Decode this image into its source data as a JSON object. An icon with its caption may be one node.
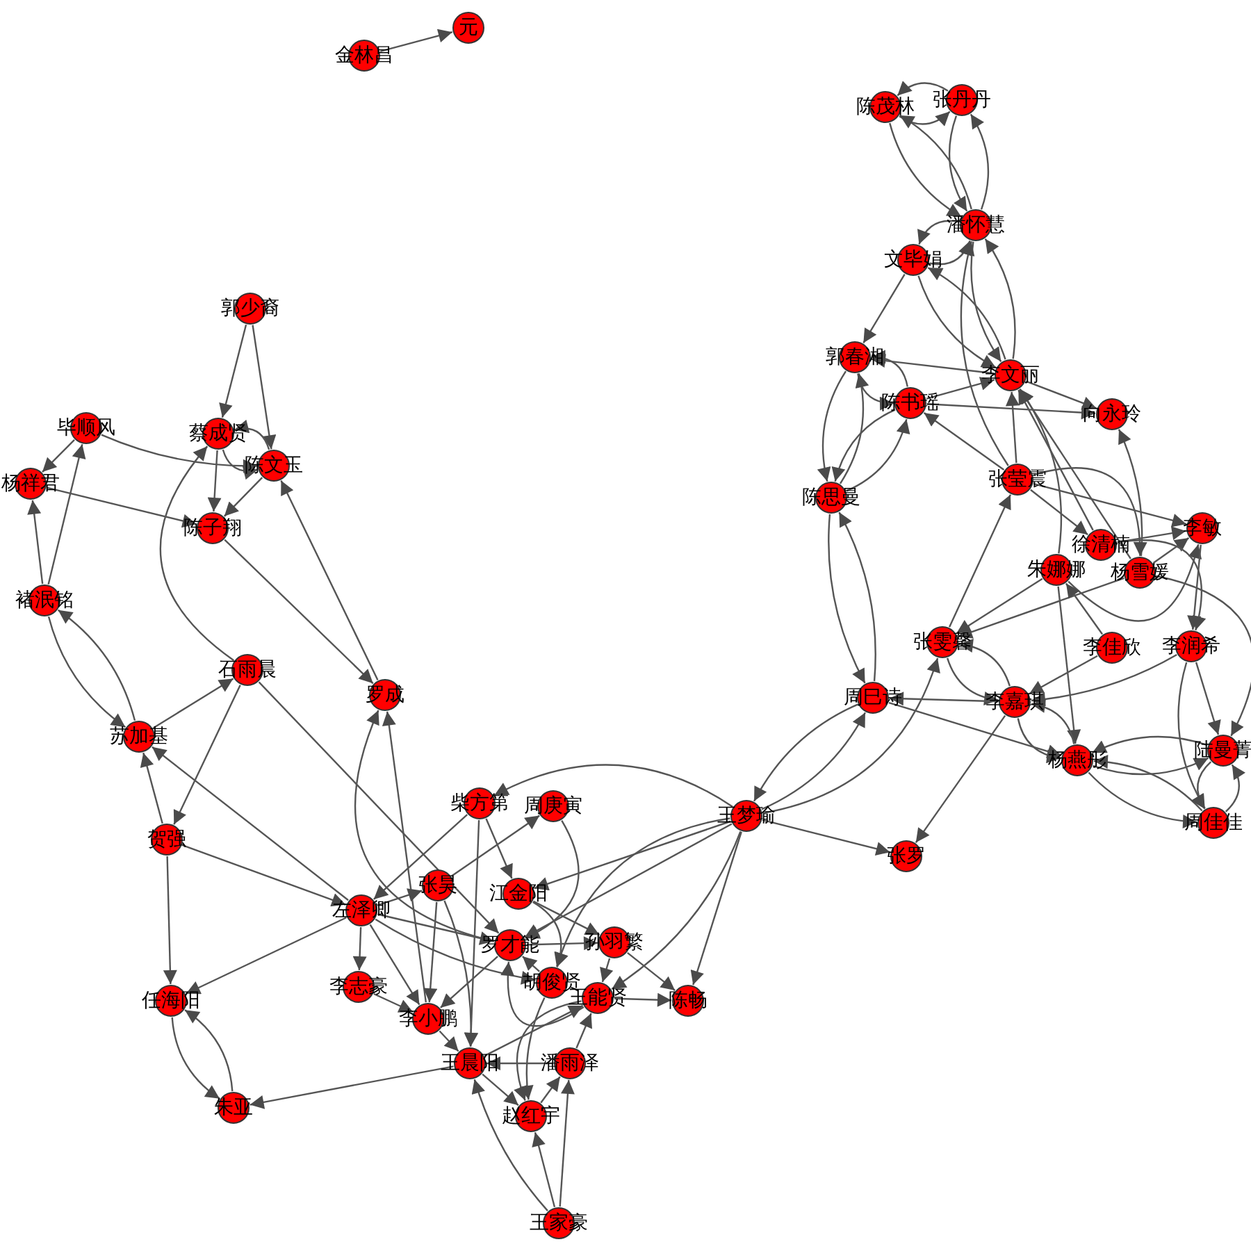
{
  "diagram": {
    "nodes": [
      {
        "text": [
          "金林昌"
        ]
      },
      {
        "text": [
          "元"
        ]
      },
      {
        "text": [
          "陈茂林"
        ]
      },
      {
        "text": [
          "张丹丹"
        ]
      },
      {
        "text": [
          "潘怀慧"
        ]
      },
      {
        "text": [
          "文毕娟"
        ]
      },
      {
        "text": [
          "郭春湘"
        ]
      },
      {
        "text": [
          "李文丽"
        ]
      },
      {
        "text": [
          "陈书瑶"
        ]
      },
      {
        "text": [
          "向永玲"
        ]
      },
      {
        "text": [
          "陈思曼"
        ]
      },
      {
        "text": [
          "张莹震"
        ]
      },
      {
        "text": [
          "徐清楠"
        ]
      },
      {
        "text": [
          "李敏"
        ]
      },
      {
        "text": [
          "朱娜娜"
        ]
      },
      {
        "text": [
          "杨雪媛"
        ]
      },
      {
        "text": [
          "张雯馨"
        ]
      },
      {
        "text": [
          "李佳欣"
        ]
      },
      {
        "text": [
          "李润希"
        ]
      },
      {
        "text": [
          "周巳诗"
        ]
      },
      {
        "text": [
          "李嘉琪"
        ]
      },
      {
        "text": [
          "杨燕彤"
        ]
      },
      {
        "text": [
          "陆曼菁"
        ]
      },
      {
        "text": [
          "周佳佳"
        ]
      },
      {
        "text": [
          "王梦瑜"
        ]
      },
      {
        "text": [
          "张罗"
        ]
      },
      {
        "text": [
          "郭少裔"
        ]
      },
      {
        "text": [
          "毕顺风"
        ]
      },
      {
        "text": [
          "蔡成贤"
        ]
      },
      {
        "text": [
          "陈文玉"
        ]
      },
      {
        "text": [
          "杨祥君"
        ]
      },
      {
        "text": [
          "陈子翔"
        ]
      },
      {
        "text": [
          "褚泯铭"
        ]
      },
      {
        "text": [
          "石雨晨"
        ]
      },
      {
        "text": [
          "罗成"
        ]
      },
      {
        "text": [
          "苏加基"
        ]
      },
      {
        "text": [
          "贺强"
        ]
      },
      {
        "text": [
          "柴方第"
        ]
      },
      {
        "text": [
          "周庚寅"
        ]
      },
      {
        "text": [
          "张昊"
        ]
      },
      {
        "text": [
          "江金阳"
        ]
      },
      {
        "text": [
          "左泽卿"
        ]
      },
      {
        "text": [
          "罗才能"
        ]
      },
      {
        "text": [
          "孙羽繁"
        ]
      },
      {
        "text": [
          "胡俊贤"
        ]
      },
      {
        "text": [
          "李志豪"
        ]
      },
      {
        "text": [
          "王能贤"
        ]
      },
      {
        "text": [
          "陈畅"
        ]
      },
      {
        "text": [
          "李小鹏"
        ]
      },
      {
        "text": [
          "任海阳"
        ]
      },
      {
        "text": [
          "王晨阳"
        ]
      },
      {
        "text": [
          "潘雨泽"
        ]
      },
      {
        "text": [
          "赵红宇"
        ]
      },
      {
        "text": [
          "朱亚"
        ]
      },
      {
        "text": [
          "王家豪"
        ]
      }
    ],
    "edges": [
      {
        "from": 0,
        "to": 1,
        "arrow": "to"
      },
      {
        "from": 3,
        "to": 2,
        "arrow": "to"
      },
      {
        "from": 2,
        "to": 3,
        "arrow": "to"
      },
      {
        "from": 2,
        "to": 4,
        "arrow": "to"
      },
      {
        "from": 3,
        "to": 4,
        "arrow": "to"
      },
      {
        "from": 4,
        "to": 3,
        "arrow": "to"
      },
      {
        "from": 4,
        "to": 2,
        "arrow": "to"
      },
      {
        "from": 5,
        "to": 4,
        "arrow": "to"
      },
      {
        "from": 4,
        "to": 5,
        "arrow": "to"
      },
      {
        "from": 4,
        "to": 7,
        "arrow": "to"
      },
      {
        "from": 7,
        "to": 4,
        "arrow": "to"
      },
      {
        "from": 11,
        "to": 4,
        "arrow": "to"
      },
      {
        "from": 5,
        "to": 6,
        "arrow": "to"
      },
      {
        "from": 7,
        "to": 5,
        "arrow": "to"
      },
      {
        "from": 5,
        "to": 7,
        "arrow": "to"
      },
      {
        "from": 7,
        "to": 6,
        "arrow": "to"
      },
      {
        "from": 8,
        "to": 7,
        "arrow": "to"
      },
      {
        "from": 8,
        "to": 6,
        "arrow": "to"
      },
      {
        "from": 6,
        "to": 8,
        "arrow": "to"
      },
      {
        "from": 7,
        "to": 9,
        "arrow": "to"
      },
      {
        "from": 8,
        "to": 9,
        "arrow": "to"
      },
      {
        "from": 6,
        "to": 10,
        "arrow": "to"
      },
      {
        "from": 10,
        "to": 6,
        "arrow": "to"
      },
      {
        "from": 10,
        "to": 8,
        "arrow": "to"
      },
      {
        "from": 8,
        "to": 10,
        "arrow": "to"
      },
      {
        "from": 11,
        "to": 8,
        "arrow": "to"
      },
      {
        "from": 11,
        "to": 7,
        "arrow": "to"
      },
      {
        "from": 14,
        "to": 7,
        "arrow": "to"
      },
      {
        "from": 12,
        "to": 7,
        "arrow": "to"
      },
      {
        "from": 15,
        "to": 7,
        "arrow": "to"
      },
      {
        "from": 15,
        "to": 9,
        "arrow": "to"
      },
      {
        "from": 11,
        "to": 13,
        "arrow": "to"
      },
      {
        "from": 11,
        "to": 12,
        "arrow": "to"
      },
      {
        "from": 11,
        "to": 15,
        "arrow": "to"
      },
      {
        "from": 14,
        "to": 13,
        "arrow": "to"
      },
      {
        "from": 15,
        "to": 13,
        "arrow": "to"
      },
      {
        "from": 12,
        "to": 13,
        "arrow": "to"
      },
      {
        "from": 14,
        "to": 16,
        "arrow": "to"
      },
      {
        "from": 15,
        "to": 16,
        "arrow": "to"
      },
      {
        "from": 14,
        "to": 21,
        "arrow": "to"
      },
      {
        "from": 17,
        "to": 14,
        "arrow": "to"
      },
      {
        "from": 18,
        "to": 20,
        "arrow": "to"
      },
      {
        "from": 17,
        "to": 20,
        "arrow": "to"
      },
      {
        "from": 20,
        "to": 16,
        "arrow": "to"
      },
      {
        "from": 16,
        "to": 20,
        "arrow": "to"
      },
      {
        "from": 16,
        "to": 11,
        "arrow": "to"
      },
      {
        "from": 20,
        "to": 19,
        "arrow": "to"
      },
      {
        "from": 10,
        "to": 19,
        "arrow": "to"
      },
      {
        "from": 19,
        "to": 10,
        "arrow": "to"
      },
      {
        "from": 20,
        "to": 25,
        "arrow": "to"
      },
      {
        "from": 20,
        "to": 21,
        "arrow": "to"
      },
      {
        "from": 21,
        "to": 20,
        "arrow": "to"
      },
      {
        "from": 21,
        "to": 22,
        "arrow": "to"
      },
      {
        "from": 22,
        "to": 21,
        "arrow": "to"
      },
      {
        "from": 23,
        "to": 21,
        "arrow": "to"
      },
      {
        "from": 21,
        "to": 23,
        "arrow": "to"
      },
      {
        "from": 18,
        "to": 22,
        "arrow": "to"
      },
      {
        "from": 15,
        "to": 22,
        "arrow": "to"
      },
      {
        "from": 18,
        "to": 23,
        "arrow": "to"
      },
      {
        "from": 22,
        "to": 23,
        "arrow": "to"
      },
      {
        "from": 23,
        "to": 22,
        "arrow": "to"
      },
      {
        "from": 13,
        "to": 18,
        "arrow": "to"
      },
      {
        "from": 12,
        "to": 18,
        "arrow": "to"
      },
      {
        "from": 24,
        "to": 19,
        "arrow": "to"
      },
      {
        "from": 24,
        "to": 16,
        "arrow": "to"
      },
      {
        "from": 19,
        "to": 24,
        "arrow": "to"
      },
      {
        "from": 19,
        "to": 21,
        "arrow": "to"
      },
      {
        "from": 24,
        "to": 37,
        "arrow": "to"
      },
      {
        "from": 24,
        "to": 25,
        "arrow": "to"
      },
      {
        "from": 24,
        "to": 47,
        "arrow": "to"
      },
      {
        "from": 24,
        "to": 40,
        "arrow": "to"
      },
      {
        "from": 24,
        "to": 42,
        "arrow": "to"
      },
      {
        "from": 24,
        "to": 44,
        "arrow": "to"
      },
      {
        "from": 24,
        "to": 46,
        "arrow": "to"
      },
      {
        "from": 26,
        "to": 28,
        "arrow": "to"
      },
      {
        "from": 26,
        "to": 29,
        "arrow": "to"
      },
      {
        "from": 27,
        "to": 30,
        "arrow": "to"
      },
      {
        "from": 27,
        "to": 29,
        "arrow": "to"
      },
      {
        "from": 30,
        "to": 31,
        "arrow": "to"
      },
      {
        "from": 32,
        "to": 30,
        "arrow": "to"
      },
      {
        "from": 32,
        "to": 27,
        "arrow": "to"
      },
      {
        "from": 32,
        "to": 35,
        "arrow": "to"
      },
      {
        "from": 35,
        "to": 32,
        "arrow": "to"
      },
      {
        "from": 35,
        "to": 33,
        "arrow": "to"
      },
      {
        "from": 33,
        "to": 28,
        "arrow": "to"
      },
      {
        "from": 28,
        "to": 31,
        "arrow": "to"
      },
      {
        "from": 29,
        "to": 31,
        "arrow": "to"
      },
      {
        "from": 29,
        "to": 28,
        "arrow": "to"
      },
      {
        "from": 28,
        "to": 29,
        "arrow": "to"
      },
      {
        "from": 31,
        "to": 34,
        "arrow": "to"
      },
      {
        "from": 34,
        "to": 29,
        "arrow": "to"
      },
      {
        "from": 33,
        "to": 36,
        "arrow": "to"
      },
      {
        "from": 36,
        "to": 35,
        "arrow": "to"
      },
      {
        "from": 41,
        "to": 35,
        "arrow": "to"
      },
      {
        "from": 33,
        "to": 42,
        "arrow": "to"
      },
      {
        "from": 36,
        "to": 41,
        "arrow": "to"
      },
      {
        "from": 36,
        "to": 49,
        "arrow": "to"
      },
      {
        "from": 41,
        "to": 49,
        "arrow": "to"
      },
      {
        "from": 41,
        "to": 45,
        "arrow": "to"
      },
      {
        "from": 49,
        "to": 53,
        "arrow": "to"
      },
      {
        "from": 53,
        "to": 49,
        "arrow": "to"
      },
      {
        "from": 50,
        "to": 53,
        "arrow": "to"
      },
      {
        "from": 42,
        "to": 34,
        "arrow": "to"
      },
      {
        "from": 48,
        "to": 34,
        "arrow": "to"
      },
      {
        "from": 37,
        "to": 41,
        "arrow": "to"
      },
      {
        "from": 41,
        "to": 39,
        "arrow": "to"
      },
      {
        "from": 39,
        "to": 38,
        "arrow": "to"
      },
      {
        "from": 37,
        "to": 40,
        "arrow": "to"
      },
      {
        "from": 38,
        "to": 42,
        "arrow": "to"
      },
      {
        "from": 54,
        "to": 52,
        "arrow": "to"
      },
      {
        "from": 54,
        "to": 51,
        "arrow": "to"
      },
      {
        "from": 54,
        "to": 50,
        "arrow": "to"
      },
      {
        "from": 41,
        "to": 42,
        "arrow": "to"
      },
      {
        "from": 41,
        "to": 48,
        "arrow": "to"
      },
      {
        "from": 41,
        "to": 44,
        "arrow": "to"
      },
      {
        "from": 42,
        "to": 48,
        "arrow": "to"
      },
      {
        "from": 45,
        "to": 48,
        "arrow": "to"
      },
      {
        "from": 39,
        "to": 48,
        "arrow": "to"
      },
      {
        "from": 40,
        "to": 43,
        "arrow": "to"
      },
      {
        "from": 42,
        "to": 43,
        "arrow": "to"
      },
      {
        "from": 43,
        "to": 47,
        "arrow": "to"
      },
      {
        "from": 46,
        "to": 47,
        "arrow": "to"
      },
      {
        "from": 44,
        "to": 42,
        "arrow": "to"
      },
      {
        "from": 46,
        "to": 42,
        "arrow": "to"
      },
      {
        "from": 51,
        "to": 46,
        "arrow": "to"
      },
      {
        "from": 50,
        "to": 46,
        "arrow": "to"
      },
      {
        "from": 52,
        "to": 51,
        "arrow": "to"
      },
      {
        "from": 50,
        "to": 52,
        "arrow": "to"
      },
      {
        "from": 48,
        "to": 50,
        "arrow": "to"
      },
      {
        "from": 51,
        "to": 50,
        "arrow": "to"
      },
      {
        "from": 44,
        "to": 52,
        "arrow": "to"
      },
      {
        "from": 46,
        "to": 52,
        "arrow": "to"
      },
      {
        "from": 37,
        "to": 50,
        "arrow": "to"
      },
      {
        "from": 39,
        "to": 50,
        "arrow": "to"
      },
      {
        "from": 43,
        "to": 46,
        "arrow": "to"
      },
      {
        "from": 40,
        "to": 44,
        "arrow": "to"
      }
    ]
  }
}
